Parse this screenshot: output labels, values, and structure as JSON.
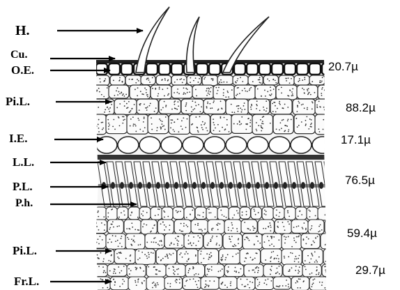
{
  "labels": {
    "h": "H.",
    "cu": "Cu.",
    "oe": "O.E.",
    "pil_top": "Pi.L.",
    "ie": "I.E.",
    "ll": "L.L.",
    "pl": "P.L.",
    "ph": "P.h.",
    "pil_bottom": "Pi.L.",
    "frl": "Fr.L."
  },
  "measurements": {
    "m1": "20.7µ",
    "m2": "88.2µ",
    "m3": "17.1µ",
    "m4": "76.5µ",
    "m5": "59.4µ",
    "m6": "29.7µ"
  }
}
